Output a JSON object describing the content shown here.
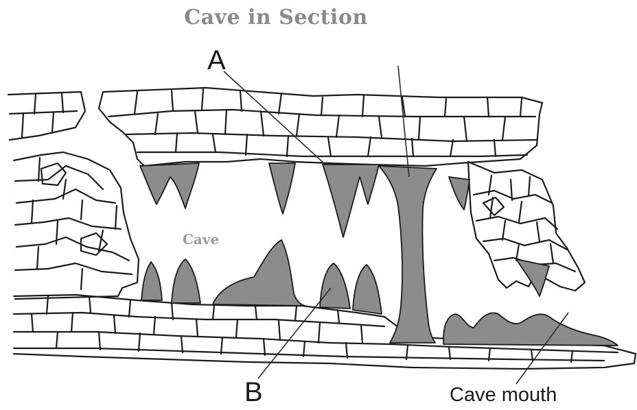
{
  "diagram": {
    "title": "Cave in Section",
    "labels": {
      "a": "A",
      "b": "B",
      "cave": "Cave",
      "cave_mouth": "Cave mouth"
    },
    "colors": {
      "formation_fill": "#8c8c8c",
      "rock_outline": "#1a1a1a",
      "background": "#ffffff",
      "title_text": "#8a8a8a"
    }
  }
}
